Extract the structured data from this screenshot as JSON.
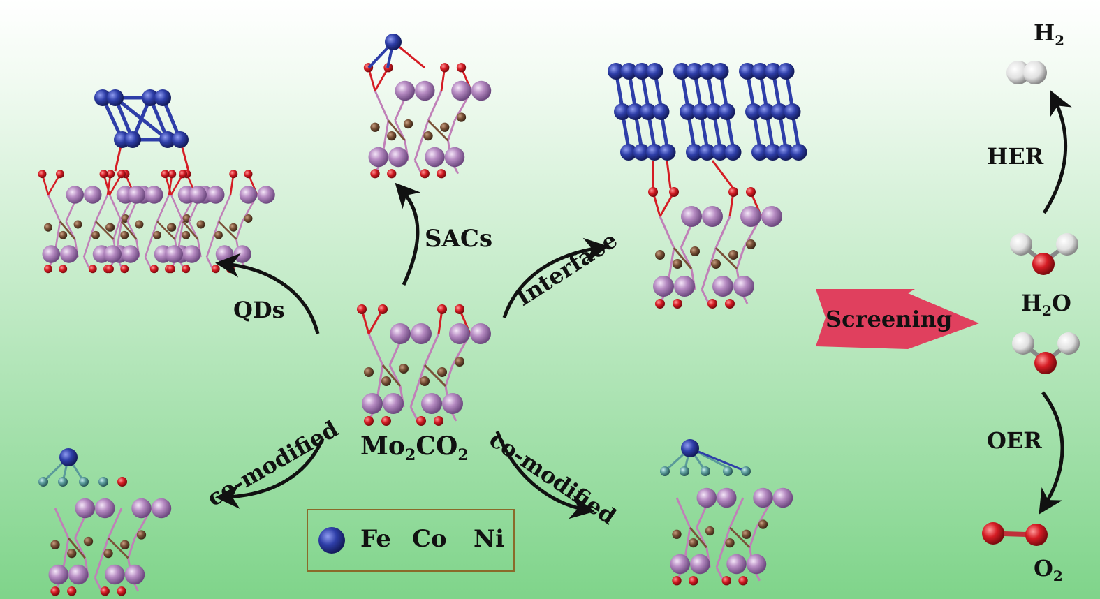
{
  "colors": {
    "bg_top": "#ffffff",
    "bg_bottom": "#7fd48a",
    "mo": "#b68bc2",
    "c": "#7a5238",
    "o": "#d51c24",
    "metal": "#2e3ea8",
    "n_dopant": "#5a9a9a",
    "h": "#e8e8e8",
    "arrow_screen": "#e0405e",
    "legend_border": "#8a6a2a"
  },
  "center": {
    "mo": "Mo",
    "sub1": "2",
    "c": "CO",
    "sub2": "2"
  },
  "arrows": {
    "qds": "QDs",
    "sacs": "SACs",
    "interface": "Interface",
    "comod_left": "co-modified",
    "comod_right": "co-modified",
    "screening": "Screening"
  },
  "legend": {
    "fe": "Fe",
    "co": "Co",
    "ni": "Ni"
  },
  "reactions": {
    "h2": "H",
    "h2_sub": "2",
    "her": "HER",
    "h2o_h": "H",
    "h2o_sub": "2",
    "h2o_o": "O",
    "oer": "OER",
    "o2": "O",
    "o2_sub": "2"
  }
}
